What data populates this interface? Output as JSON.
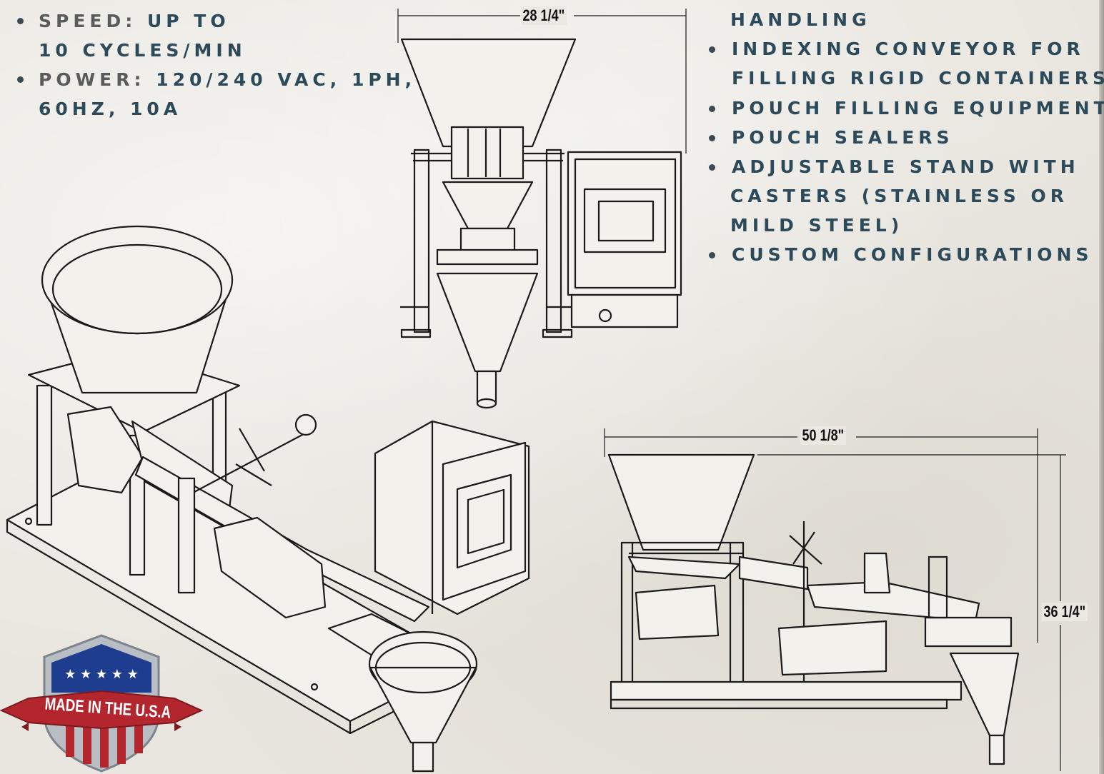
{
  "specs_left": [
    {
      "key": "SPEED:",
      "value": "UP TO",
      "cont": "10 CYCLES/MIN"
    },
    {
      "key": "POWER:",
      "value": "120/240 VAC, 1PH,",
      "cont": "60HZ, 10A"
    }
  ],
  "options_right": [
    "HANDLING",
    "INDEXING CONVEYOR FOR",
    "FILLING RIGID CONTAINERS",
    "POUCH FILLING EQUIPMENT",
    "POUCH SEALERS",
    "ADJUSTABLE STAND WITH",
    "CASTERS (STAINLESS OR",
    "MILD STEEL)",
    "CUSTOM CONFIGURATIONS"
  ],
  "dimensions": {
    "front_width": "28 1/4\"",
    "side_length": "50 1/8\"",
    "side_height": "36 1/4\""
  },
  "badge": {
    "text": "MADE IN THE U.S.A",
    "colors": {
      "red": "#b3262e",
      "blue": "#1f3d8f",
      "silver": "#b9bec4"
    }
  },
  "colors": {
    "spec_value": "#2c4a5a",
    "spec_key": "#5a5c5c",
    "line_art": "#1a1a1a"
  }
}
